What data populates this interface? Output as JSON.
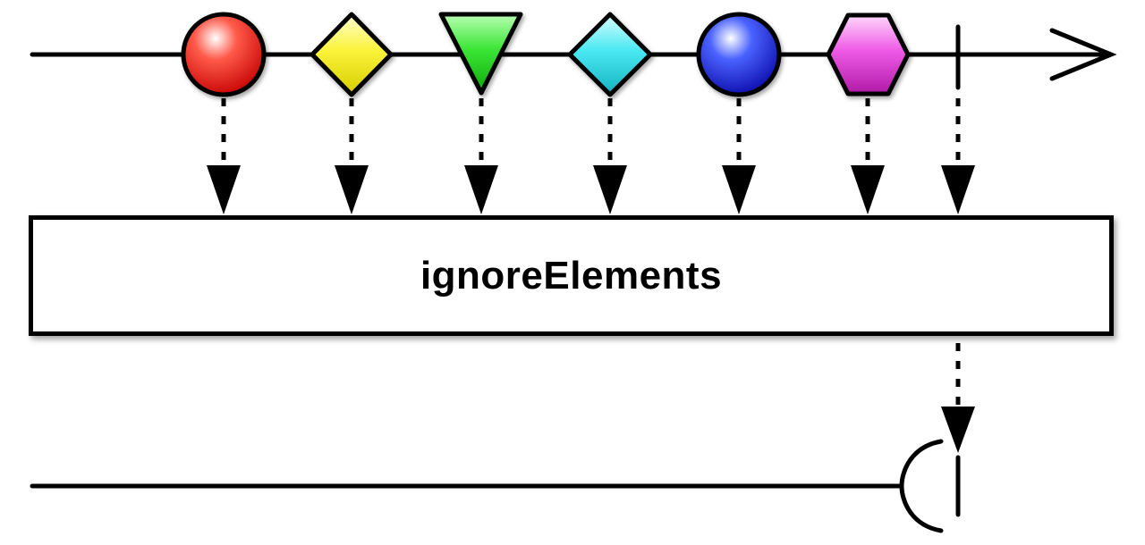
{
  "operator": {
    "name": "ignoreElements"
  },
  "source": {
    "items": [
      {
        "shape": "circle",
        "color": "#e8120e"
      },
      {
        "shape": "diamond",
        "color": "#f2ea0c"
      },
      {
        "shape": "triangle-down",
        "color": "#22d81e"
      },
      {
        "shape": "diamond",
        "color": "#28d9e6"
      },
      {
        "shape": "circle",
        "color": "#1a2ad6"
      },
      {
        "shape": "hexagon",
        "color": "#e23ad8"
      }
    ],
    "completes": true
  },
  "result": {
    "items": [],
    "completes": true
  }
}
